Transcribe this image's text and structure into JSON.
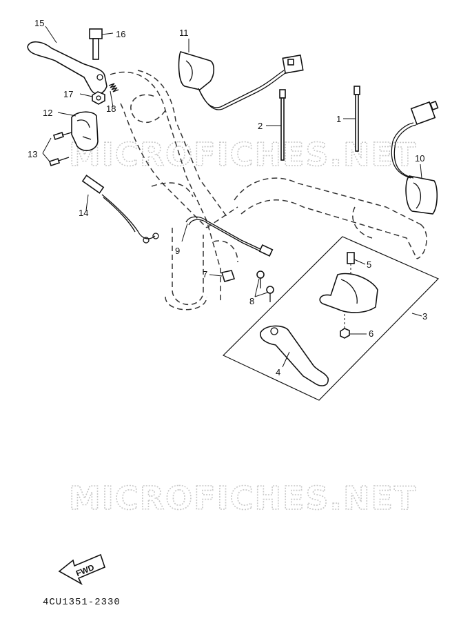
{
  "watermarks": [
    "MICROFICHES.NET",
    "MICROFICHES.NET"
  ],
  "callouts": [
    "1",
    "2",
    "3",
    "4",
    "5",
    "6",
    "7",
    "8",
    "9",
    "10",
    "11",
    "12",
    "13",
    "14",
    "15",
    "16",
    "17",
    "18"
  ],
  "fwd_label": "FWD",
  "diagram_code": "4CU1351-2330"
}
